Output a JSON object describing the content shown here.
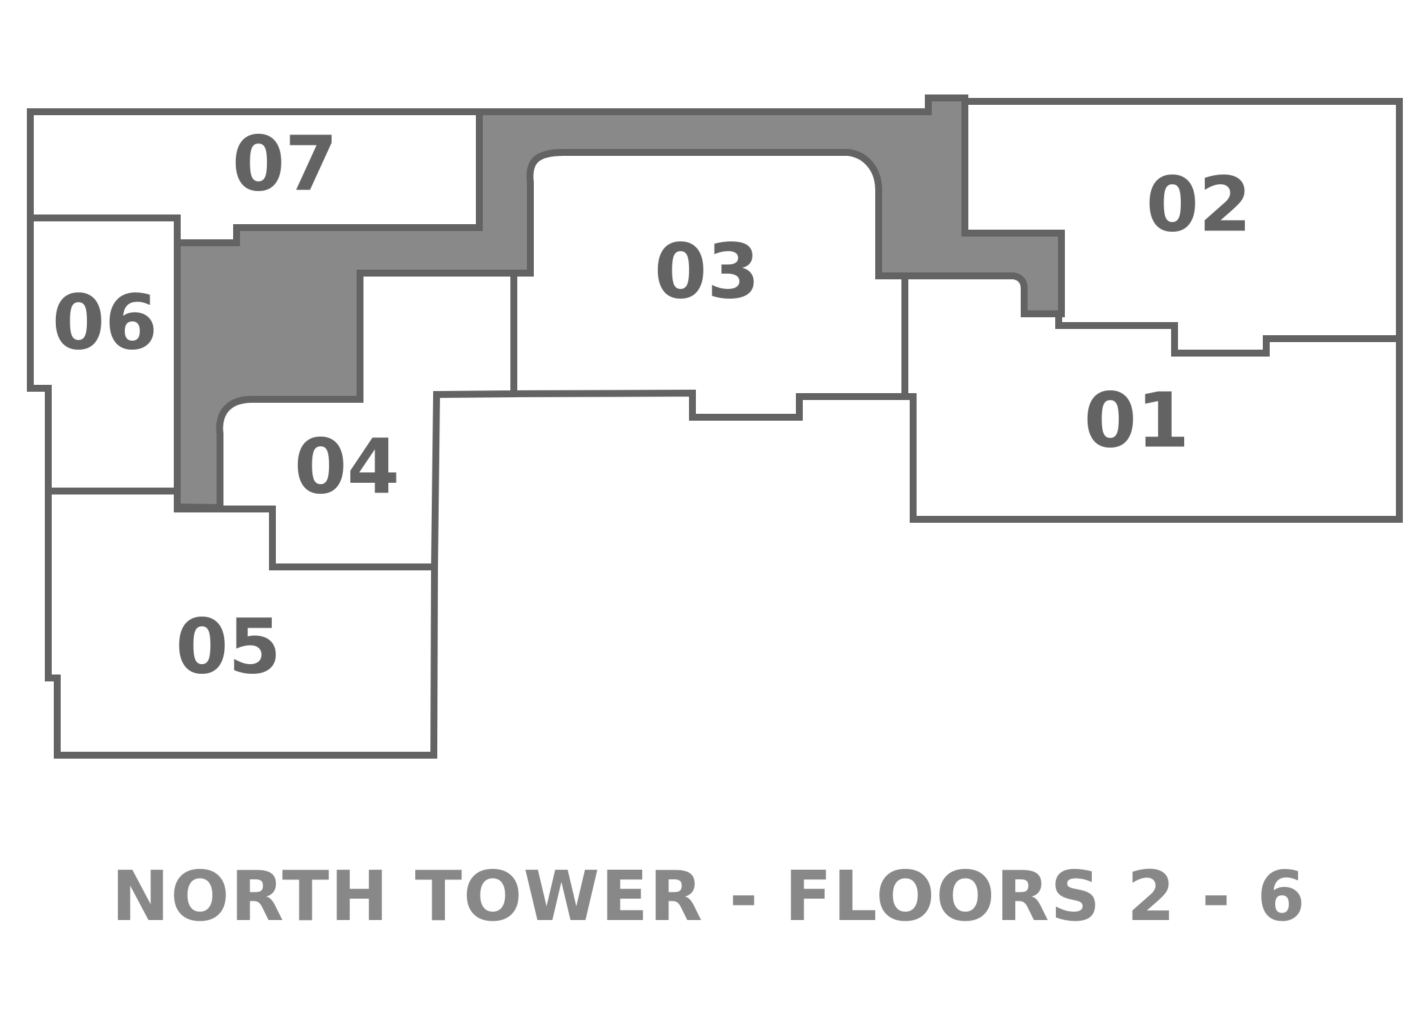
{
  "plan": {
    "title": "NORTH TOWER - FLOORS 2 - 6",
    "units": [
      {
        "id": "u01",
        "label": "01"
      },
      {
        "id": "u02",
        "label": "02"
      },
      {
        "id": "u03",
        "label": "03"
      },
      {
        "id": "u04",
        "label": "04"
      },
      {
        "id": "u05",
        "label": "05"
      },
      {
        "id": "u06",
        "label": "06"
      },
      {
        "id": "u07",
        "label": "07"
      }
    ]
  },
  "colors": {
    "outline": "#636363",
    "corridor_fill": "#898989",
    "unit_fill": "#ffffff",
    "caption_text": "#888888"
  }
}
